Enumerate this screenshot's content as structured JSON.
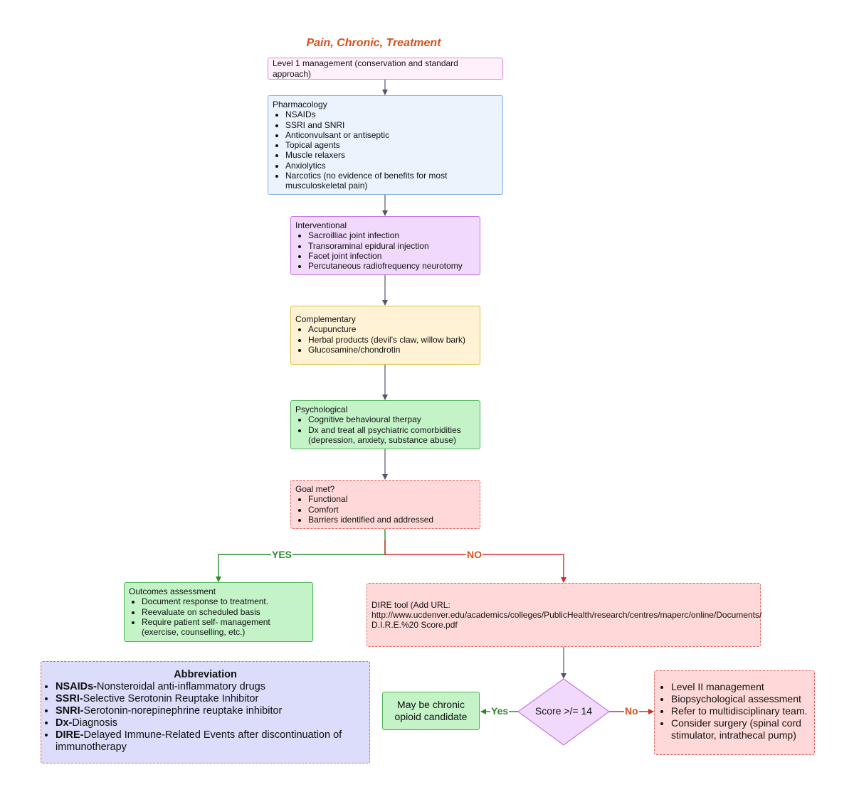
{
  "title": "Pain, Chronic, Treatment",
  "nodes": {
    "level1": "Level 1 management (conservation and standard approach)",
    "pharmacology": {
      "heading": "Pharmacology",
      "items": [
        "NSAIDs",
        "SSRI and SNRI",
        "Anticonvulsant or antiseptic",
        "Topical agents",
        "Muscle relaxers",
        "Anxiolytics",
        "Narcotics (no evidence of benefits for most musculoskeletal pain)"
      ]
    },
    "interventional": {
      "heading": "Interventional",
      "items": [
        "Sacroilliac joint infection",
        "Transoraminal epidural injection",
        "Facet joint infection",
        "Percutaneous radiofrequency neurotomy"
      ]
    },
    "complementary": {
      "heading": "Complementary",
      "items": [
        "Acupuncture",
        "Herbal products (devil's claw, willow bark)",
        "Glucosamine/chondrotin"
      ]
    },
    "psychological": {
      "heading": "Psychological",
      "items": [
        "Cognitive behavioural therpay",
        "Dx and treat all psychiatric comorbidities (depression, anxiety, substance abuse)"
      ]
    },
    "goal": {
      "heading": "Goal met?",
      "items": [
        "Functional",
        "Comfort",
        "Barriers identified and addressed"
      ]
    },
    "outcomes": {
      "heading": "Outcomes assessment",
      "items": [
        "Document response to treatment.",
        "Reevaluate on scheduled basis",
        "Require patient self- management (exercise, counselling, etc.)"
      ]
    },
    "dire": {
      "line1": "DIRE tool (Add URL:",
      "line2": "http://www.ucdenver.edu/academics/colleges/PublicHealth/research/centres/maperc/online/Documents/",
      "line3": "D.I.R.E.%20 Score.pdf"
    },
    "score": "Score >/= 14",
    "opioid": "May be chronic opioid candidate",
    "level2": {
      "items": [
        "Level II  management",
        "Biopsychological assessment",
        "Refer to multidisciplinary team.",
        "Consider surgery (spinal cord stimulator, intrathecal pump)"
      ]
    },
    "abbreviation": {
      "heading": "Abbreviation",
      "items": [
        {
          "term": "NSAIDs-",
          "definition": "Nonsteroidal anti-inflammatory drugs"
        },
        {
          "term": "SSRI-",
          "definition": "Selective Serotonin Reuptake Inhibitor"
        },
        {
          "term": "SNRI-",
          "definition": "Serotonin-norepinephrine reuptake inhibitor"
        },
        {
          "term": "Dx-",
          "definition": "Diagnosis"
        },
        {
          "term": "DIRE-",
          "definition": "Delayed Immune-Related Events after discontinuation of immunotherapy"
        }
      ]
    }
  },
  "edges": {
    "yes_upper": "YES",
    "no_upper": "NO",
    "yes_lower": "Yes",
    "no_lower": "No"
  },
  "colors": {
    "title": "#d2521c",
    "yes": "#2a8a2a",
    "no": "#d42a2a",
    "arrow": "#555566"
  }
}
